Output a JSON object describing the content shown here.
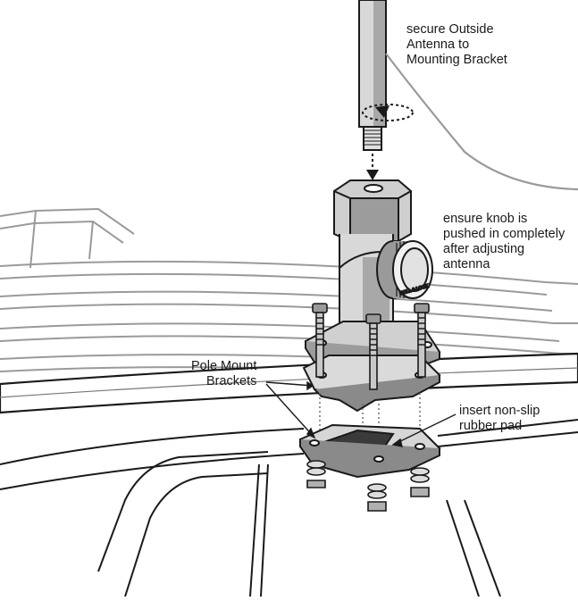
{
  "callouts": {
    "secure_antenna": [
      "secure Outside",
      "Antenna to",
      "Mounting Bracket"
    ],
    "ensure_knob": [
      "ensure knob is",
      "pushed in completely",
      "after adjusting",
      "antenna"
    ],
    "pole_mount": [
      "Pole Mount",
      "Brackets"
    ],
    "insert_pad": [
      "insert non-slip",
      "rubber pad"
    ]
  },
  "knob_brand_text": "ROLL & LOCK",
  "colors": {
    "line": "#1a1a1a",
    "rack_line": "#9a9a9a",
    "rack_fill": "#f0f0f0",
    "metal_light": "#e4e4e4",
    "metal_mid": "#bdbdbd",
    "metal_dark": "#8a8a8a",
    "pad": "#3a3a3a"
  }
}
